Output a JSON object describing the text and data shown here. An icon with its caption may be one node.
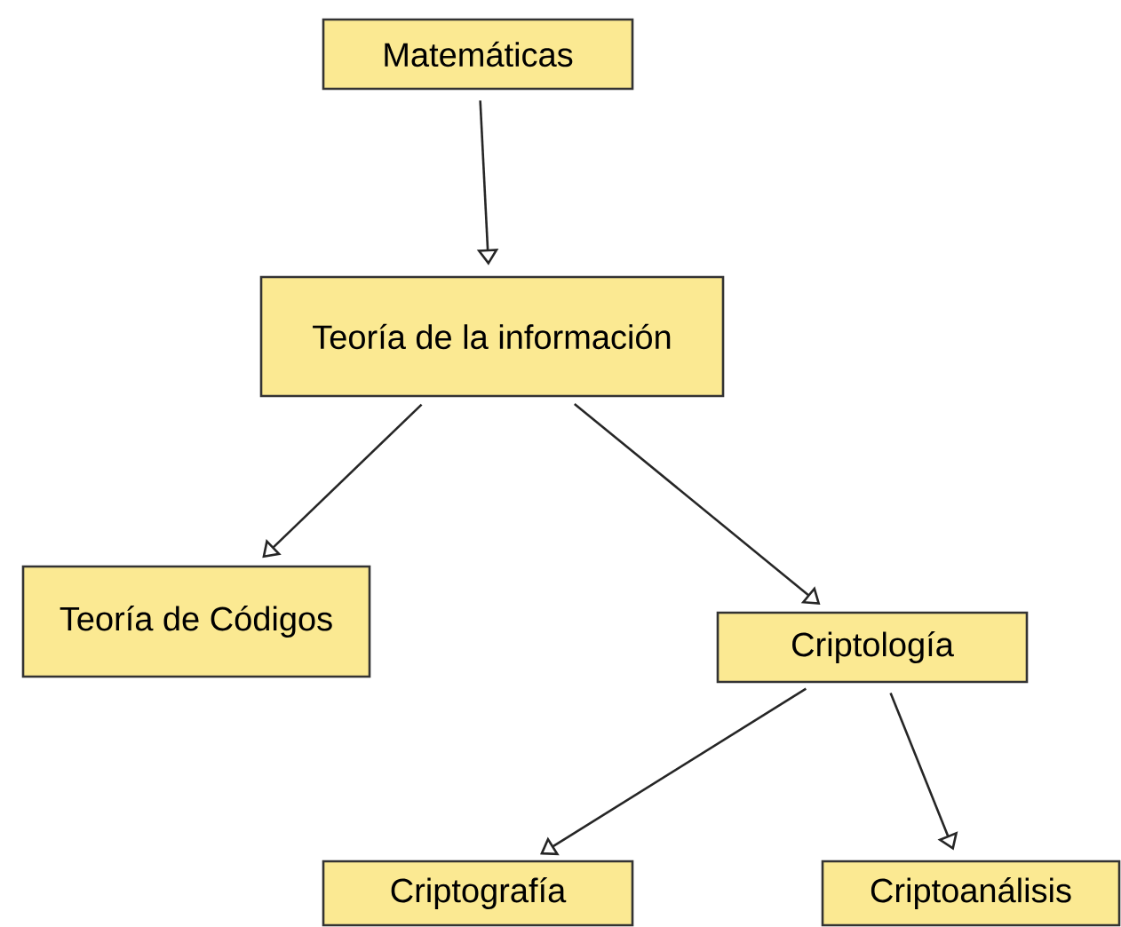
{
  "diagram": {
    "nodes": [
      {
        "text": [
          "Matemáticas"
        ]
      },
      {
        "text": [
          "Teoría de la información"
        ]
      },
      {
        "text": [
          "Teoría de Códigos"
        ]
      },
      {
        "text": [
          "Criptología"
        ]
      },
      {
        "text": [
          "Criptografía"
        ]
      },
      {
        "text": [
          "Criptoanálisis"
        ]
      }
    ],
    "edges": [
      {
        "from": 0,
        "to": 1,
        "arrow": "to"
      },
      {
        "from": 1,
        "to": 2,
        "arrow": "to"
      },
      {
        "from": 1,
        "to": 3,
        "arrow": "to"
      },
      {
        "from": 3,
        "to": 4,
        "arrow": "to"
      },
      {
        "from": 3,
        "to": 5,
        "arrow": "to"
      }
    ]
  }
}
